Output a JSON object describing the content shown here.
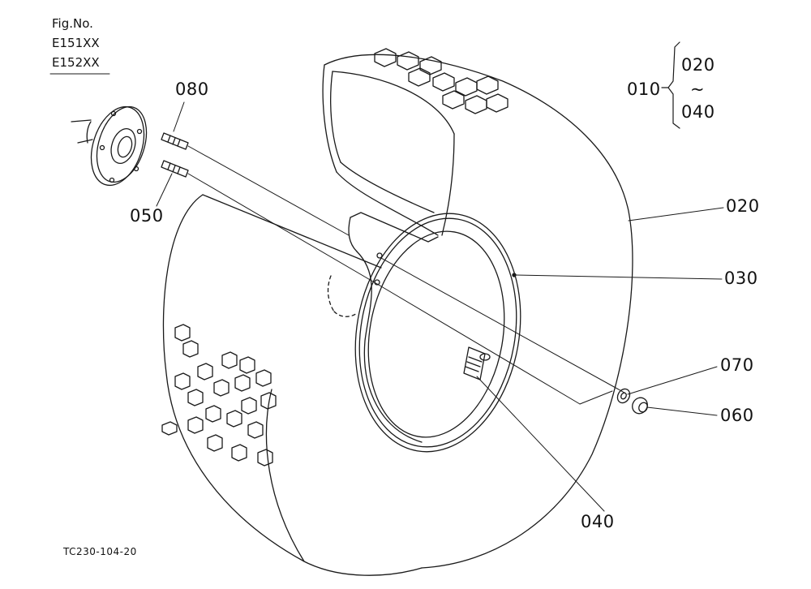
{
  "figure": {
    "fig_no_label": "Fig.No.",
    "fig_numbers": [
      "E151XX",
      "E152XX"
    ],
    "drawing_code": "TC230-104-20"
  },
  "assembly": {
    "number": "010",
    "range_from": "020",
    "range_sep": "~",
    "range_to": "040"
  },
  "parts": {
    "p080": "080",
    "p050": "050",
    "p020": "020",
    "p030": "030",
    "p070": "070",
    "p060": "060",
    "p040": "040"
  },
  "colors": {
    "line": "#1a1a1a",
    "background": "#ffffff"
  }
}
